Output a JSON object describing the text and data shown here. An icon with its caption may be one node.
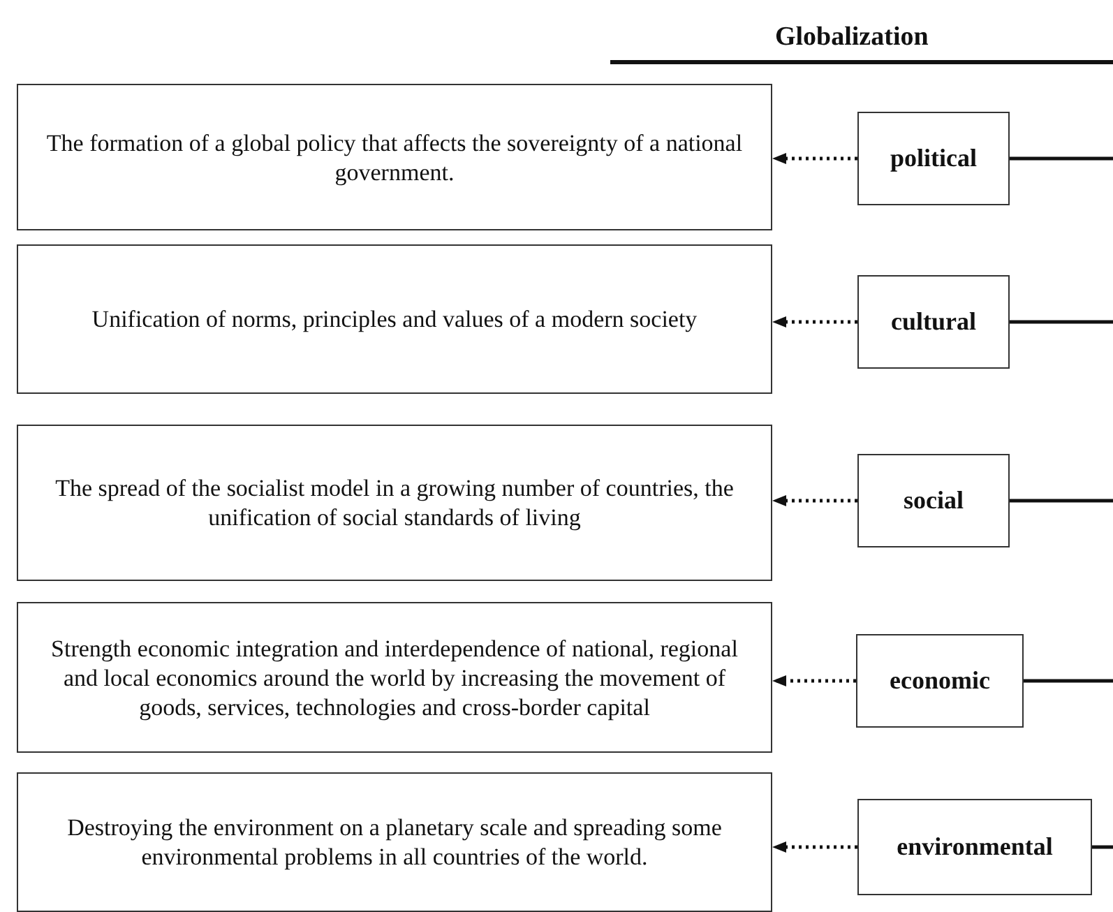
{
  "diagram": {
    "title": "Globalization",
    "nodes": [
      {
        "text": [
          "The formation of a global policy that affects the sovereignty of a national government."
        ]
      },
      {
        "text": [
          "political"
        ]
      },
      {
        "text": [
          "Unification of norms, principles and values of a modern society"
        ]
      },
      {
        "text": [
          "cultural"
        ]
      },
      {
        "text": [
          "The spread of the socialist model in a growing number of countries, the unification of social standards of living"
        ]
      },
      {
        "text": [
          "social"
        ]
      },
      {
        "text": [
          "Strength economic integration and interdependence of national, regional and local economics around the world by increasing the movement of goods, services, technologies and cross-border capital"
        ]
      },
      {
        "text": [
          "economic"
        ]
      },
      {
        "text": [
          "Destroying the environment on a planetary scale and spreading some environmental problems in all countries of the world."
        ]
      },
      {
        "text": [
          "environmental"
        ]
      }
    ],
    "edges": [
      {
        "from": 1,
        "to": 0,
        "arrow": "to",
        "style": "dashed"
      },
      {
        "from": 1,
        "to": null,
        "arrow": "none"
      },
      {
        "from": 3,
        "to": 2,
        "arrow": "to",
        "style": "dashed"
      },
      {
        "from": 3,
        "to": null,
        "arrow": "none"
      },
      {
        "from": 5,
        "to": 4,
        "arrow": "to",
        "style": "dashed"
      },
      {
        "from": 5,
        "to": null,
        "arrow": "none"
      },
      {
        "from": 7,
        "to": 6,
        "arrow": "to",
        "style": "dashed"
      },
      {
        "from": 7,
        "to": null,
        "arrow": "none"
      },
      {
        "from": 9,
        "to": 8,
        "arrow": "to",
        "style": "dashed"
      },
      {
        "from": 9,
        "to": null,
        "arrow": "none"
      }
    ]
  }
}
